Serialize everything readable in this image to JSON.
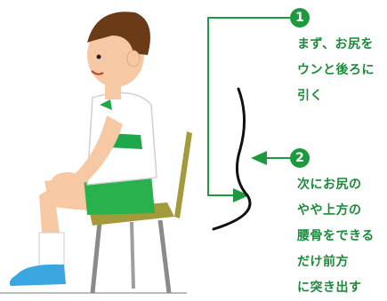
{
  "steps": [
    {
      "number": "1",
      "text": "まず、お尻を\nウンと後ろに\n引く"
    },
    {
      "number": "2",
      "text": "次にお尻の\nやや上方の\n腰骨をできる\nだけ前方\nに突き出す"
    }
  ],
  "colors": {
    "guide_green": "#1d9a3e",
    "text_green": "#1d8a3a",
    "shirt_accent": "#1fa84a",
    "shorts": "#29b24b",
    "shoe": "#3aa6e0",
    "chair_seat": "#a39a3c",
    "chair_legs": "#8a8a8a",
    "hair": "#6b3a16",
    "skin": "#f6c9a4"
  },
  "icons": [
    "arrow-right-icon",
    "arrow-left-icon"
  ]
}
